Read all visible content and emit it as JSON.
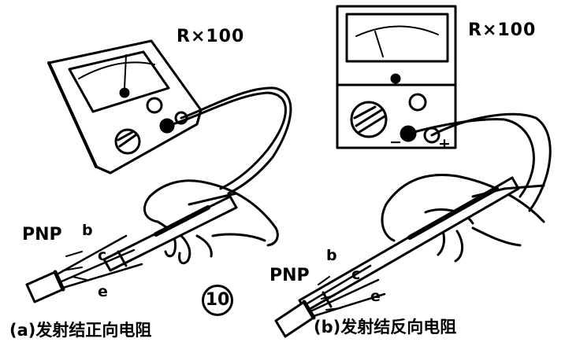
{
  "panel_a": {
    "range_label": "R×100",
    "transistor_type": "PNP",
    "pin_b": "b",
    "pin_c": "c",
    "pin_e": "e",
    "caption": "(a)发射结正向电阻"
  },
  "panel_b": {
    "range_label": "R×100",
    "transistor_type": "PNP",
    "pin_b": "b",
    "pin_c": "c",
    "pin_e": "e",
    "minus_sign": "−",
    "plus_sign": "+",
    "caption": "(b)发射结反向电阻"
  },
  "figure_number": "10",
  "line_color": "#000000",
  "background_color": "#ffffff"
}
